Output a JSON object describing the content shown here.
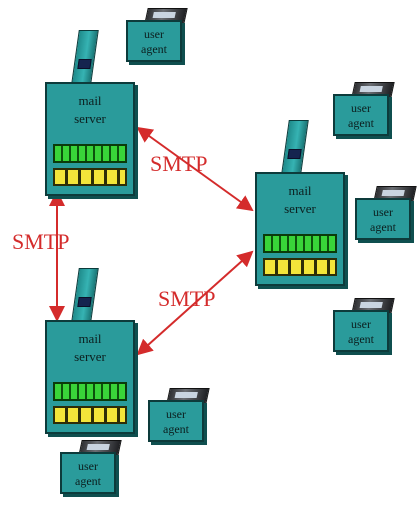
{
  "servers": [
    {
      "id": "top",
      "line1": "mail",
      "line2": "server"
    },
    {
      "id": "right",
      "line1": "mail",
      "line2": "server"
    },
    {
      "id": "bottom",
      "line1": "mail",
      "line2": "server"
    }
  ],
  "user_agents": [
    {
      "line1": "user",
      "line2": "agent"
    },
    {
      "line1": "user",
      "line2": "agent"
    },
    {
      "line1": "user",
      "line2": "agent"
    },
    {
      "line1": "user",
      "line2": "agent"
    },
    {
      "line1": "user",
      "line2": "agent"
    },
    {
      "line1": "user",
      "line2": "agent"
    },
    {
      "line1": "user",
      "line2": "agent"
    }
  ],
  "protocol_labels": [
    "SMTP",
    "SMTP",
    "SMTP"
  ],
  "colors": {
    "node_fill": "#2a9b9b",
    "protocol": "#d42b2b"
  }
}
